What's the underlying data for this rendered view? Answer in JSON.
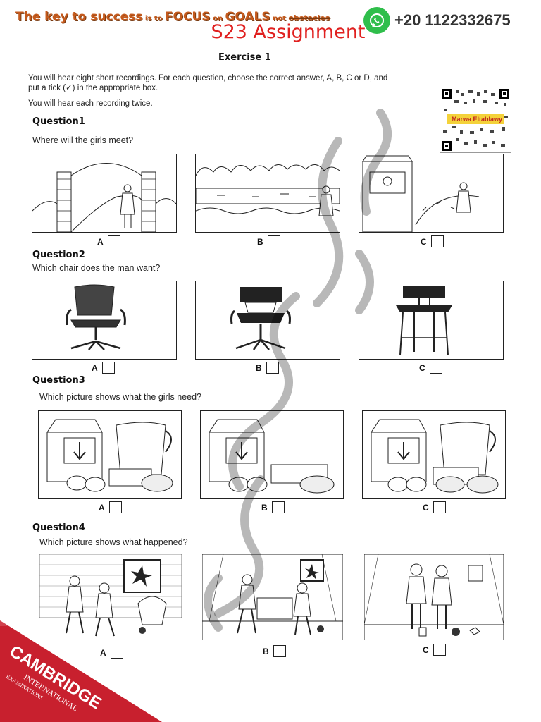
{
  "header": {
    "motto_part1": "The key to ",
    "motto_part2": "success",
    "motto_part3": " is to ",
    "motto_part4": "FOCUS",
    "motto_part5": " on ",
    "motto_part6": "GOALS",
    "motto_part7": " not ",
    "motto_part8": "obstacles",
    "phone": "+20 1122332675",
    "title": "S23 Assignment",
    "exercise": "Exercise 1"
  },
  "instructions": {
    "line1": "You will hear eight short recordings. For each question, choose the correct answer, A, B, C or D, and",
    "line2": "put a tick (✓) in the appropriate box.",
    "line3": "You will hear each recording twice."
  },
  "qr": {
    "label": "Marwa Eltablawy"
  },
  "questions": [
    {
      "label": "Question1",
      "text": "Where will the girls meet?"
    },
    {
      "label": "Question2",
      "text": "Which chair does the man want?"
    },
    {
      "label": "Question3",
      "text": "Which picture shows what the girls need?"
    },
    {
      "label": "Question4",
      "text": "Which picture shows what happened?"
    }
  ],
  "options": {
    "a": "A",
    "b": "B",
    "c": "C"
  },
  "logo": {
    "name": "CAMBRIDGE",
    "line2": "INTERNATIONAL",
    "line3": "EXAMINATIONS"
  },
  "colors": {
    "title": "#e0201f",
    "motto": "#c45a1d",
    "logo_bg": "#c8202e",
    "whatsapp": "#2fbe4b"
  },
  "icons": [
    "whatsapp-icon",
    "qr-code-icon"
  ]
}
